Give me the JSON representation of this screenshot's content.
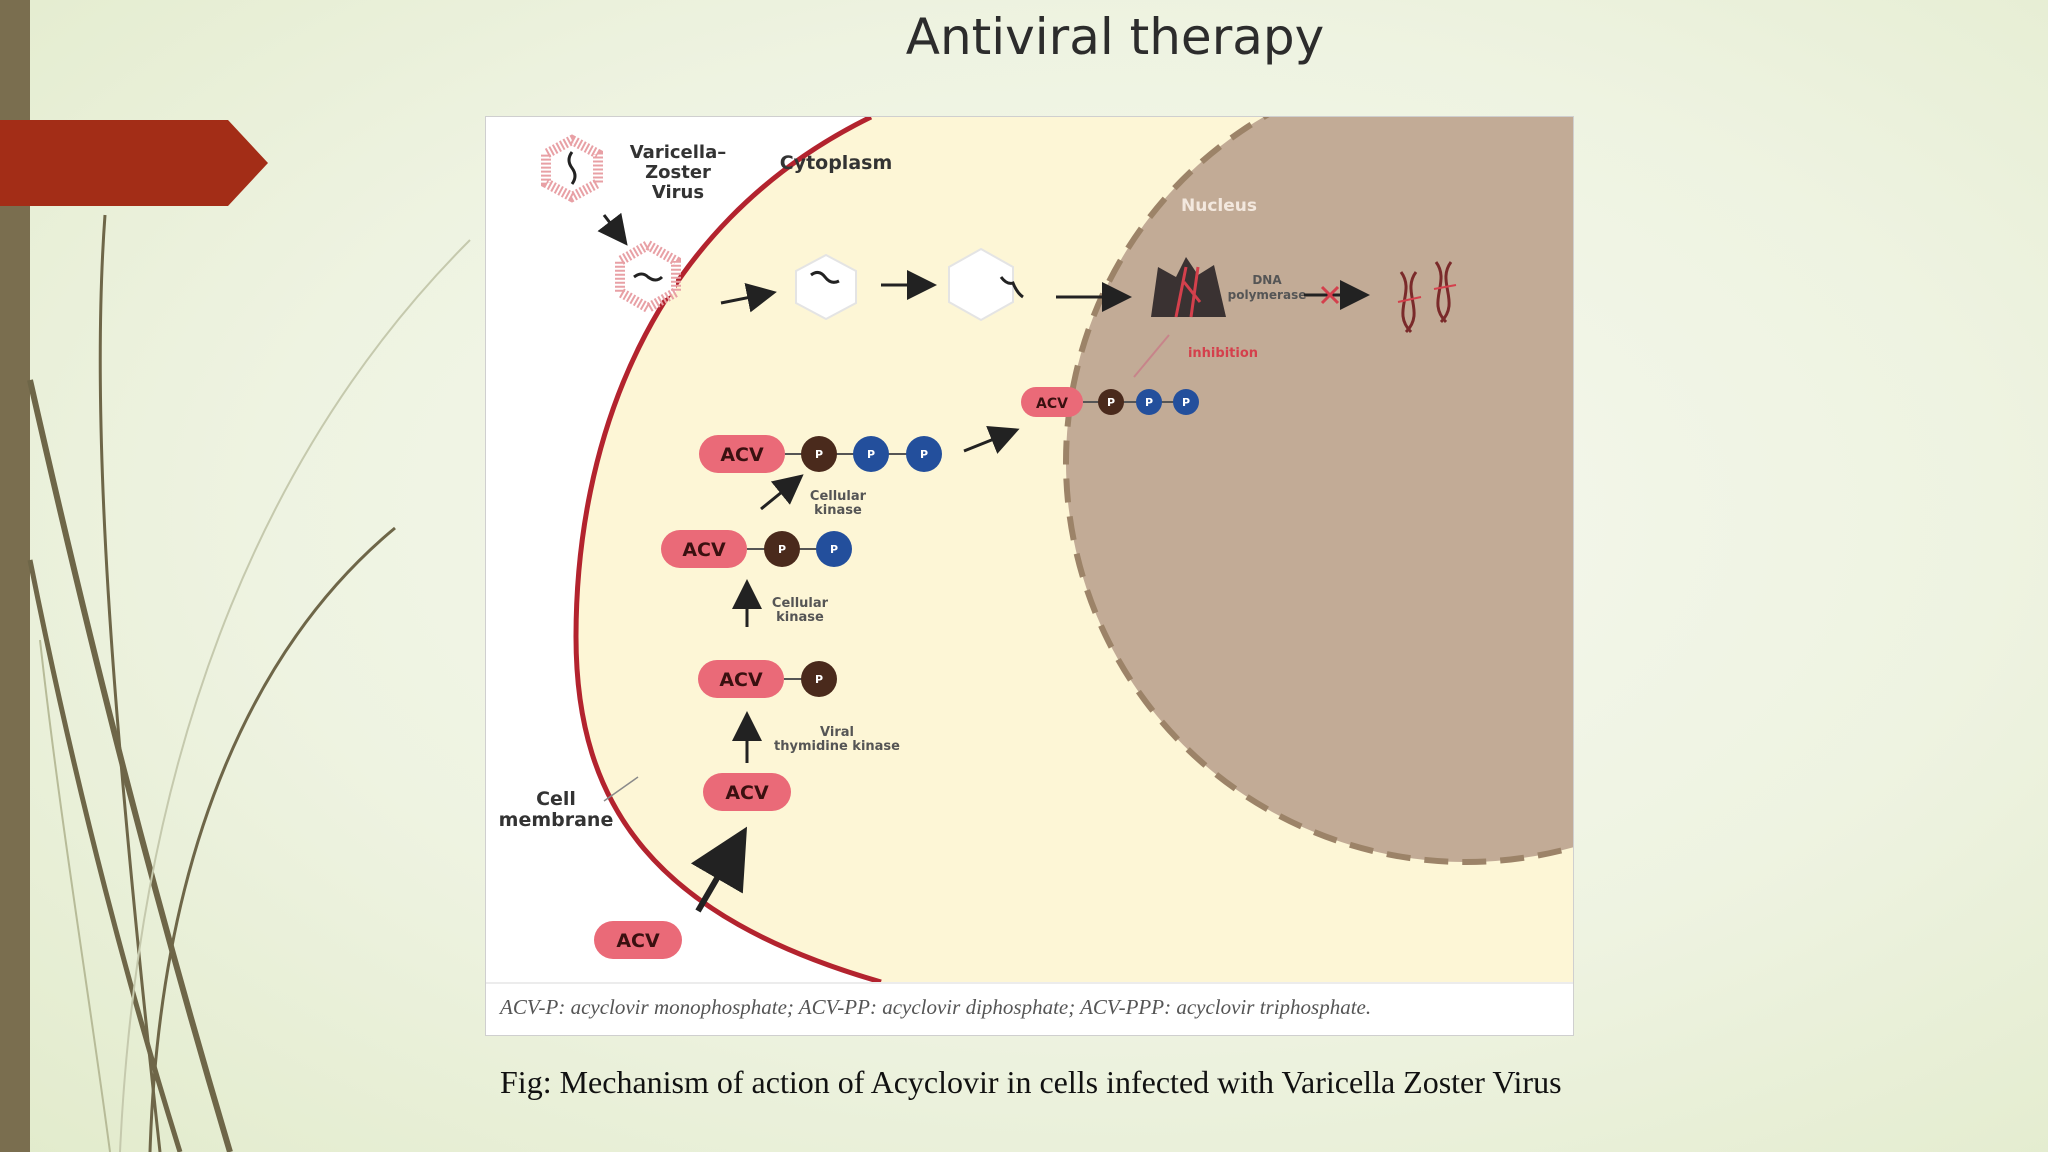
{
  "slide": {
    "title": "Antiviral therapy",
    "caption": "Fig: Mechanism of action of Acyclovir in cells infected with Varicella Zoster Virus"
  },
  "diagram": {
    "virus_label": [
      "Varicella–",
      "Zoster",
      "Virus"
    ],
    "cytoplasm_label": "Cytoplasm",
    "nucleus_label": "Nucleus",
    "dna_polymerase_label": [
      "DNA",
      "polymerase"
    ],
    "inhibition_label": "inhibition",
    "cell_membrane_label": [
      "Cell",
      "membrane"
    ],
    "acv": "ACV",
    "phosphate": "P",
    "cellular_kinase_label": [
      "Cellular",
      "kinase"
    ],
    "viral_tk_label": [
      "Viral",
      "thymidine kinase"
    ],
    "legend": "ACV-P: acyclovir monophosphate; ACV-PP: acyclovir diphosphate; ACV-PPP: acyclovir triphosphate."
  },
  "colors": {
    "accent_red": "#a32d17",
    "cytoplasm": "#fdf6d6",
    "nucleus": "#c2ab96",
    "membrane": "#b3232e",
    "acv_pill": "#ea6a78",
    "phosphate_brown": "#4a2a1c",
    "phosphate_blue": "#234f9c"
  }
}
